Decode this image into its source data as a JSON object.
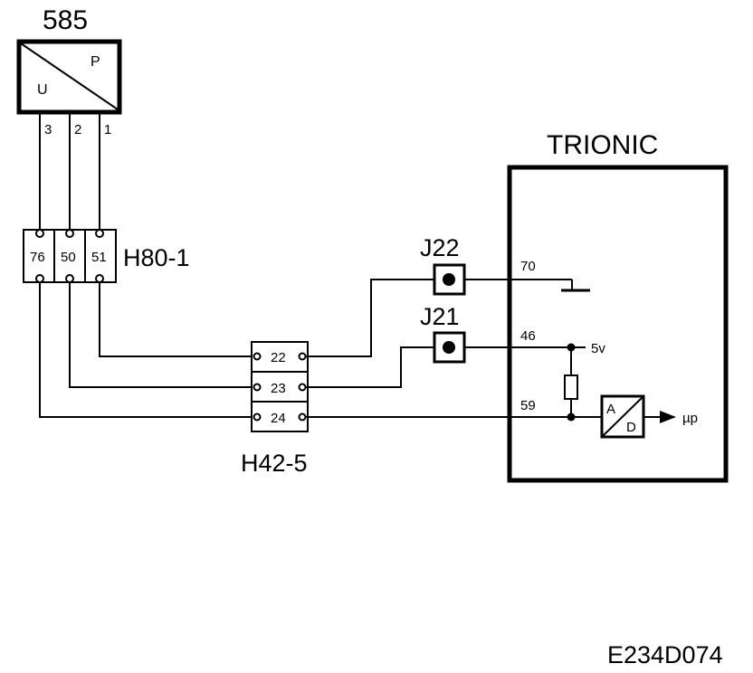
{
  "sensor": {
    "id": "585",
    "letter_p": "P",
    "letter_u": "U",
    "pins": [
      "3",
      "2",
      "1"
    ]
  },
  "connector_h80": {
    "name": "H80-1",
    "terminals": [
      "76",
      "50",
      "51"
    ]
  },
  "connector_h42": {
    "name": "H42-5",
    "terminals": [
      "22",
      "23",
      "24"
    ]
  },
  "junction_j22": {
    "name": "J22"
  },
  "junction_j21": {
    "name": "J21"
  },
  "ecu": {
    "name": "TRIONIC",
    "pins": [
      "70",
      "46",
      "59"
    ],
    "supply_label": "5v",
    "adc_a": "A",
    "adc_d": "D",
    "output_label": "µp"
  },
  "figure_code": "E234D074"
}
